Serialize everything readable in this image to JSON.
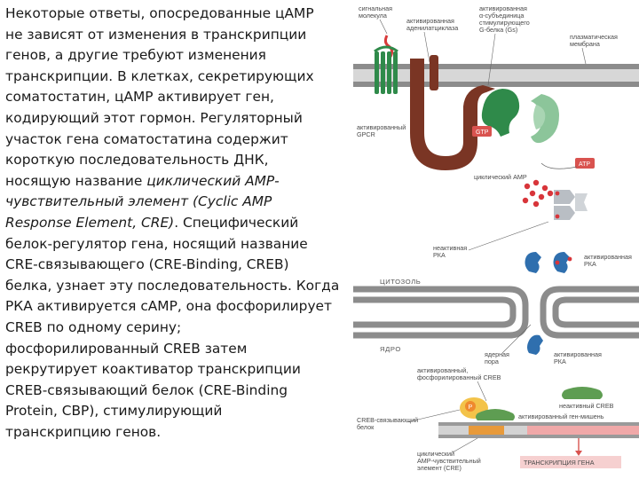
{
  "text": {
    "l1": "Некоторые ответы, опосредованные цАМР",
    "l2": "не зависят от изменения в транскрипции",
    "l3": "генов, а другие требуют изменения",
    "l4": "транскрипции. В клетках, секретирующих",
    "l5": "соматостатин, цАМР активирует ген,",
    "l6": "кодирующий этот гормон. Регуляторный",
    "l7": "участок гена соматостатина содержит",
    "l8": "короткую последовательность ДНК,",
    "l9": "носящую  название ",
    "l9i": "циклический АМР-",
    "l10": "чувствительный элемент (Cyclic AMP",
    "l11": "Response Element, CRE)",
    "l11b": ". Специфический",
    "l12": "белок-регулятор гена, носящий название",
    "l13": "CRE-связывающего (CRE-Binding, CREB)",
    "l14": "белка,  узнает эту последовательность. Когда",
    "l15": "РКА  активируется сАМР, она фосфорилирует",
    "l16": "CREB  по одному серину;",
    "l17": "фосфорилированный  CREB затем",
    "l18": "рекрутирует коактиватор  транскрипции",
    "l19": "CREB-связывающий белок  (CRE-Binding",
    "l20": "Protein, CBP), стимулирующий",
    "l21": "транскрипцию генов."
  },
  "figure": {
    "signal_molecule": [
      "сигнальная",
      "молекула"
    ],
    "activated_adenylate_cyclase": [
      "активированная",
      "аденилатциклаза"
    ],
    "activated_g_alpha": [
      "активированная",
      "α-субъединица",
      "стимулирующего",
      "G-белка (Gs)"
    ],
    "plasma_membrane": [
      "плазматическая",
      "мембрана"
    ],
    "activated_gpcr": [
      "активированный",
      "GPCR"
    ],
    "gtp": "GTP",
    "atp": "ATP",
    "camp": "циклический АМР",
    "inactive_pka": [
      "неактивная",
      "РКА"
    ],
    "activated_pka_top": [
      "активированная",
      "РКА"
    ],
    "cytosol": "ЦИТОЗОЛЬ",
    "nucleus": "ЯДРО",
    "nuclear_pore": [
      "ядерная",
      "пора"
    ],
    "activated_pka_bottom": [
      "активированная",
      "РКА"
    ],
    "activated_creb": [
      "активированный,",
      "фосфорилированный CREB"
    ],
    "inactive_creb": "неактивный CREB",
    "p": "P",
    "cbp": [
      "CREB-связывающий",
      "белок"
    ],
    "activated_gene": "активированный ген-мишень",
    "cre": [
      "циклический",
      "АМР-чувствительный",
      "элемент (CRE)"
    ],
    "transcription": "ТРАНСКРИПЦИЯ ГЕНА",
    "colors": {
      "receptor_green": "#2f8a4a",
      "cyclase_brown": "#7a3524",
      "pka_blue": "#2f6fae",
      "membrane_gray": "#8c8c8c",
      "camp_red": "#d8353a",
      "label_red": "#d9534f"
    }
  }
}
